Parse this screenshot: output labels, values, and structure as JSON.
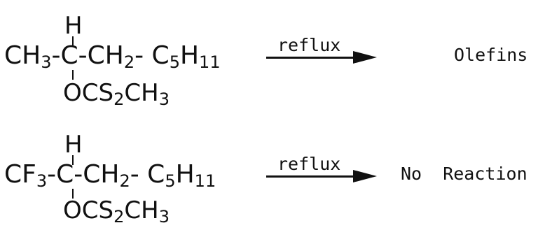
{
  "reactions": [
    {
      "top_atom": "H",
      "chain": {
        "g1": "CH",
        "g1_sub": "3",
        "mid": "-C-CH",
        "mid_sub": "2",
        "tail": "- C",
        "tail_sub": "5",
        "end": "H",
        "end_sub": "11"
      },
      "substituent": {
        "pre": "OCS",
        "pre_sub": "2",
        "post": "CH",
        "post_sub": "3"
      },
      "condition": "reflux",
      "product": "Olefins"
    },
    {
      "top_atom": "H",
      "chain": {
        "g1": "CF",
        "g1_sub": "3",
        "mid": "-C-CH",
        "mid_sub": "2",
        "tail": "- C",
        "tail_sub": "5",
        "end": "H",
        "end_sub": "11"
      },
      "substituent": {
        "pre": "OCS",
        "pre_sub": "2",
        "post": "CH",
        "post_sub": "3"
      },
      "condition": "reflux",
      "product": "No  Reaction"
    }
  ]
}
